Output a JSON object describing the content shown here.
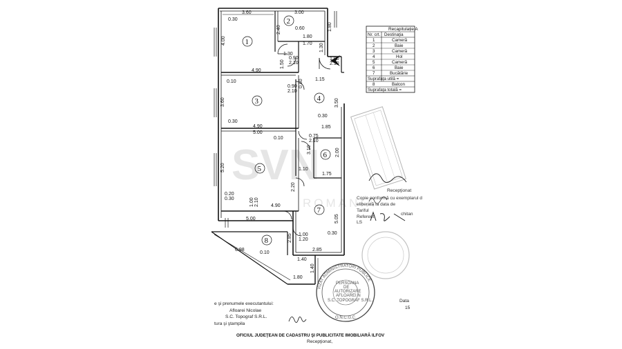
{
  "rooms": [
    {
      "num": "1"
    },
    {
      "num": "2"
    },
    {
      "num": "3"
    },
    {
      "num": "4"
    },
    {
      "num": "5"
    },
    {
      "num": "6"
    },
    {
      "num": "7"
    },
    {
      "num": "8"
    }
  ],
  "dims": {
    "r1_width": "3.60",
    "r2_width": "3.00",
    "r1_off": "0.30",
    "r1_h": "4.00",
    "r2_h": "2.40",
    "r2_off": "0.60",
    "r2_r": "1.80",
    "d_180": "1.80",
    "d_170": "1.70",
    "d_130v": "1.30",
    "d_130": "1.30",
    "d_090": "0.90",
    "d_210a": "2.10",
    "d_150": "1.50",
    "d_100": "1.00",
    "d_210b": "2.10",
    "r1_bottom": "4.90",
    "d_080": "0.80",
    "r3_off": "0.10",
    "d_090b": "0.90",
    "d_210c": "2.10",
    "d_115": "1.15",
    "r3_h": "3.60",
    "d_350": "3.50",
    "d_030a": "0.30",
    "d_030b": "0.30",
    "r3_bottom": "4.90",
    "d_185": "1.85",
    "d_500a": "5.00",
    "d_010": "0.10",
    "d_075": "0.75",
    "d_210d": "2.10",
    "d_310": "3.10",
    "d_200": "2.00",
    "r5_h": "5.20",
    "d_110": "1.10",
    "d_175": "1.75",
    "d_020": "0.20",
    "d_030c": "0.30",
    "d_220": "2.20",
    "d_100b": "1.00",
    "d_210e": "2.10",
    "r5_bottom": "4.90",
    "d_505": "5.05",
    "d_500b": "5.00",
    "d_285v": "2.85",
    "d_100c": "1.00",
    "d_120": "1.20",
    "d_030d": "0.30",
    "d_285": "2.85",
    "d_698": "6.98",
    "d_010b": "0.10",
    "d_140": "1.40",
    "d_140v": "1.40",
    "d_180b": "1.80"
  },
  "table": {
    "title": "Recapitulație A",
    "col_nr": "Nr. crt.",
    "col_dest": "Destinaţia",
    "rows": [
      {
        "nr": "1",
        "dest": "Cameră"
      },
      {
        "nr": "2",
        "dest": "Baie"
      },
      {
        "nr": "3",
        "dest": "Cameră"
      },
      {
        "nr": "4",
        "dest": "Hol"
      },
      {
        "nr": "5",
        "dest": "Cameră"
      },
      {
        "nr": "6",
        "dest": "Baie"
      },
      {
        "nr": "7",
        "dest": "Bucătărie"
      }
    ],
    "useful": "Suprafaţa utilă =",
    "row8_nr": "8",
    "row8_dest": "Balcon",
    "total": "Suprafaţa totală ="
  },
  "cert": {
    "line1": "Recepţionat",
    "line2": "Copie conformă cu exemplarul d",
    "line3": "eliberată la data de",
    "line4": "Tariful",
    "line5": "Referent",
    "line6": "LS",
    "chit": "chitan"
  },
  "footer": {
    "exec_label": "e şi prenumele executantului:",
    "exec_name": "Afloarei Nicolae",
    "company": "S.C. Topograf S.R.L.",
    "sign_label": "tura şi ştampila",
    "office": "OFICIUL JUDEŢEAN DE CADASTRU ŞI PUBLICITATE IMOBILIARĂ ILFOV",
    "received": "Recepţionat,",
    "data_label": "Data",
    "data_num": "15"
  },
  "watermark": {
    "brand": "SVN",
    "sub": "ROMANIA"
  },
  "stamp": {
    "ring": "VIZAT  ADMINISTRATORI PUBLICE",
    "bottom": "O.N.C.G.C.",
    "inner1": "PERSOANA",
    "inner2": "DE",
    "inner3": "AUTORIZARE",
    "inner4": "AFLOAREI N",
    "inner5": "S.C. TOPOGRAF S.R.L."
  }
}
